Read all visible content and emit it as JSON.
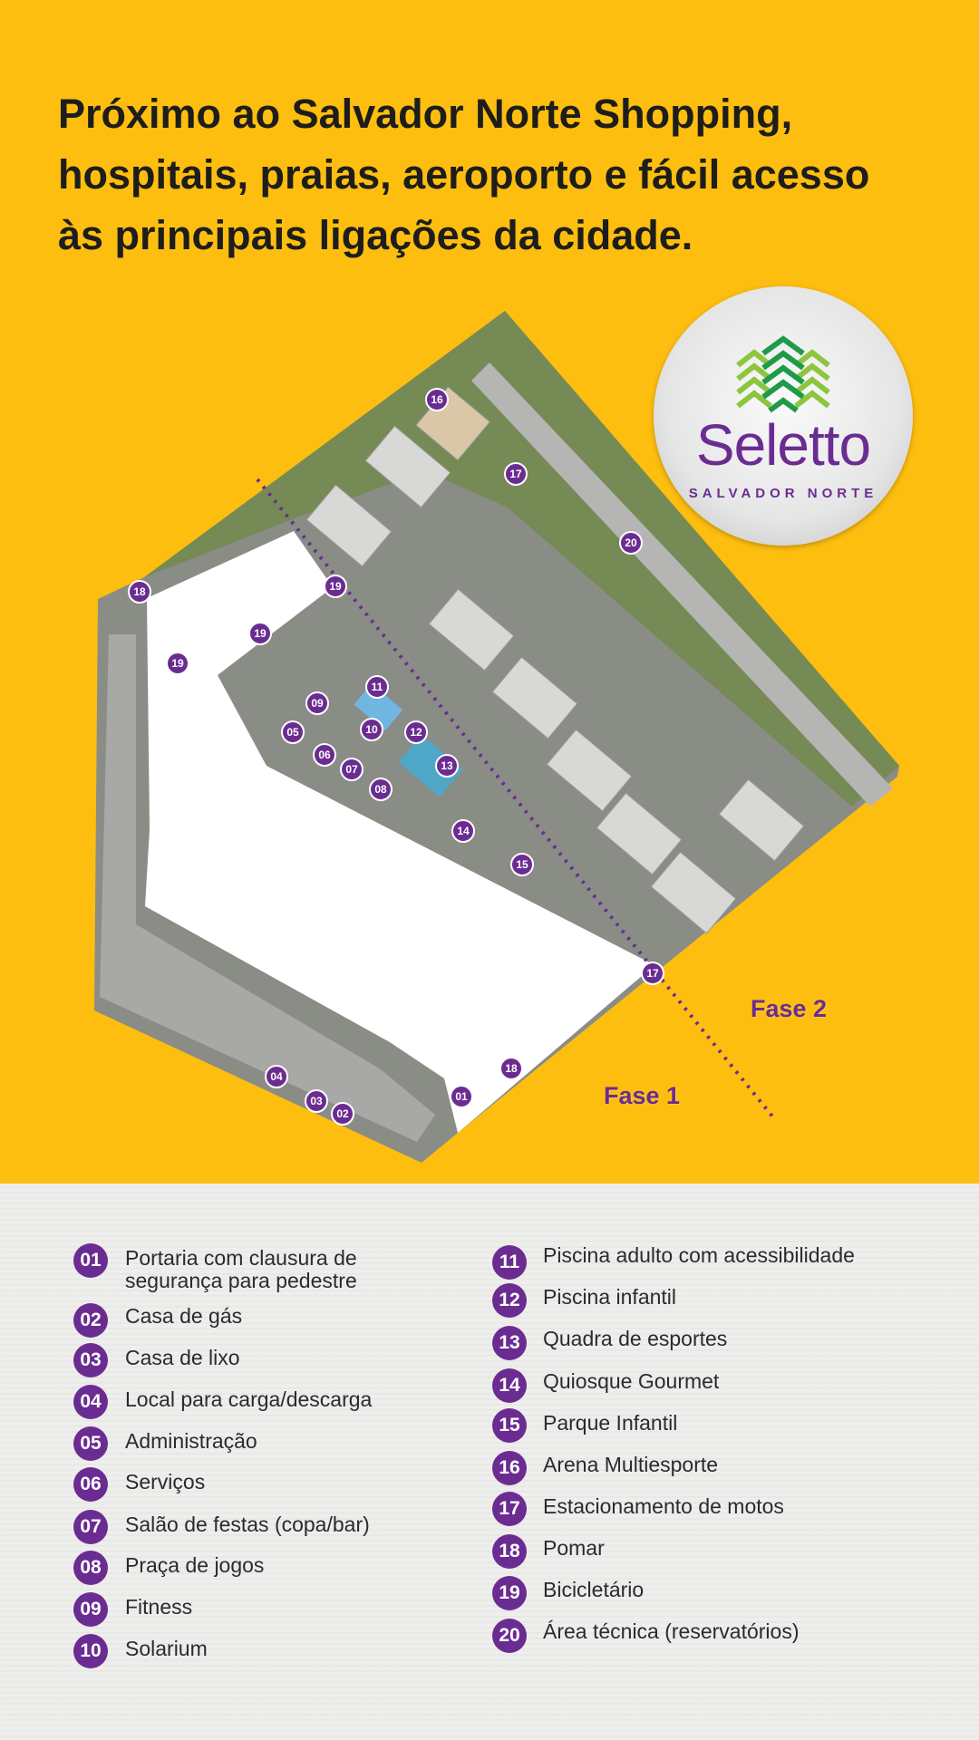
{
  "headline": [
    "Próximo ao Salvador Norte Shopping,",
    "hospitais, praias, aeroporto e fácil acesso",
    "às principais ligações da cidade."
  ],
  "logo": {
    "name": "Seletto",
    "subtitle": "SALVADOR NORTE"
  },
  "colors": {
    "yellow": "#fdbe10",
    "purple": "#6b2c91"
  },
  "map": {
    "phase_labels": [
      "Fase 2",
      "Fase 1"
    ],
    "markers": [
      "16",
      "17",
      "20",
      "18",
      "19",
      "19",
      "19",
      "11",
      "09",
      "10",
      "12",
      "05",
      "06",
      "07",
      "13",
      "08",
      "14",
      "15",
      "17",
      "18",
      "04",
      "03",
      "02",
      "01"
    ]
  },
  "legend": {
    "left": [
      {
        "num": "01",
        "label": "Portaria com clausura de segurança para pedestre"
      },
      {
        "num": "02",
        "label": "Casa de gás"
      },
      {
        "num": "03",
        "label": "Casa de lixo"
      },
      {
        "num": "04",
        "label": "Local para carga/descarga"
      },
      {
        "num": "05",
        "label": "Administração"
      },
      {
        "num": "06",
        "label": "Serviços"
      },
      {
        "num": "07",
        "label": "Salão de festas (copa/bar)"
      },
      {
        "num": "08",
        "label": "Praça de jogos"
      },
      {
        "num": "09",
        "label": "Fitness"
      },
      {
        "num": "10",
        "label": "Solarium"
      }
    ],
    "right": [
      {
        "num": "11",
        "label": "Piscina adulto com acessibilidade"
      },
      {
        "num": "12",
        "label": "Piscina infantil"
      },
      {
        "num": "13",
        "label": "Quadra de esportes"
      },
      {
        "num": "14",
        "label": "Quiosque Gourmet"
      },
      {
        "num": "15",
        "label": "Parque Infantil"
      },
      {
        "num": "16",
        "label": "Arena Multiesporte"
      },
      {
        "num": "17",
        "label": "Estacionamento de motos"
      },
      {
        "num": "18",
        "label": "Pomar"
      },
      {
        "num": "19",
        "label": "Bicicletário"
      },
      {
        "num": "20",
        "label": "Área técnica (reservatórios)"
      }
    ]
  }
}
